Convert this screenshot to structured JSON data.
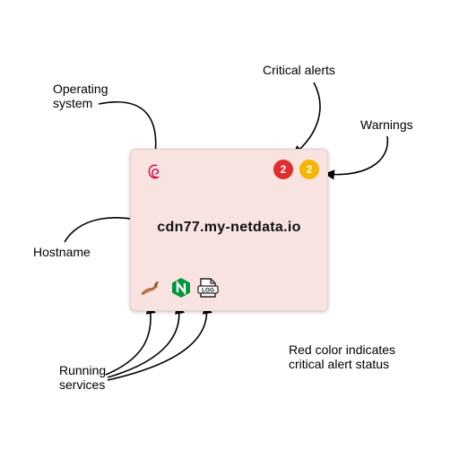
{
  "annotations": {
    "operating_system": [
      "Operating",
      "system"
    ],
    "critical_alerts": "Critical alerts",
    "warnings": "Warnings",
    "hostname": "Hostname",
    "running_services": [
      "Running",
      "services"
    ],
    "note": [
      "Red color indicates",
      "critical alert status"
    ]
  },
  "node_card": {
    "hostname": "cdn77.my-netdata.io",
    "critical_count": "2",
    "warning_count": "2",
    "os_icon": "debian-swirl-icon",
    "services": [
      {
        "icon": "mysql-dolphin-icon"
      },
      {
        "icon": "nginx-icon"
      },
      {
        "icon": "log-icon",
        "label": "LOG"
      }
    ]
  },
  "colors": {
    "card_background": "#f8e3e0",
    "critical": "#e02d2d",
    "warning": "#f5b400",
    "debian": "#d70a53",
    "nginx": "#009639"
  }
}
